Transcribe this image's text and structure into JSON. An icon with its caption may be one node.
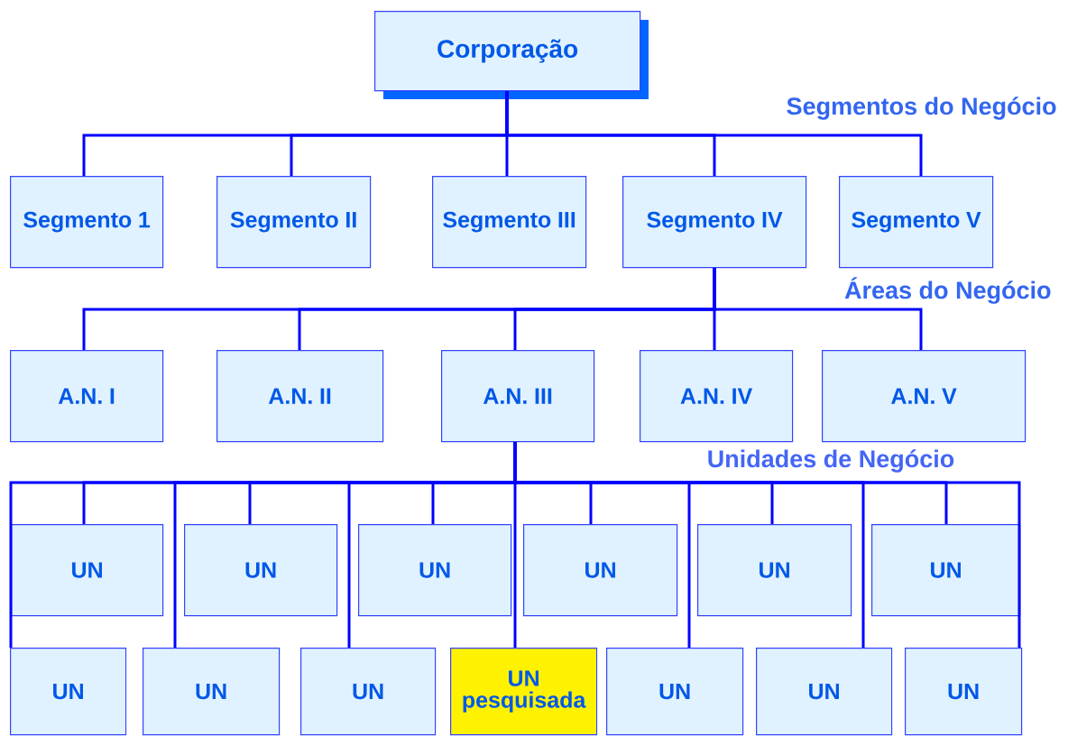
{
  "diagram": {
    "nodes": [
      {
        "text": [
          "Corporação"
        ]
      },
      {
        "text": [
          "Segmento 1"
        ]
      },
      {
        "text": [
          "Segmento II"
        ]
      },
      {
        "text": [
          "Segmento III"
        ]
      },
      {
        "text": [
          "Segmento IV"
        ]
      },
      {
        "text": [
          "Segmento V"
        ]
      },
      {
        "text": [
          "A.N. I"
        ]
      },
      {
        "text": [
          "A.N. II"
        ]
      },
      {
        "text": [
          "A.N. III"
        ]
      },
      {
        "text": [
          "A.N. IV"
        ]
      },
      {
        "text": [
          "A.N. V"
        ]
      },
      {
        "text": [
          "UN"
        ]
      },
      {
        "text": [
          "UN"
        ]
      },
      {
        "text": [
          "UN"
        ]
      },
      {
        "text": [
          "UN"
        ]
      },
      {
        "text": [
          "UN"
        ]
      },
      {
        "text": [
          "UN"
        ]
      },
      {
        "text": [
          "UN"
        ]
      },
      {
        "text": [
          "UN"
        ]
      },
      {
        "text": [
          "UN"
        ]
      },
      {
        "text": [
          "UN pesquisada"
        ]
      },
      {
        "text": [
          "UN"
        ]
      },
      {
        "text": [
          "UN"
        ]
      },
      {
        "text": [
          "UN"
        ]
      }
    ],
    "edges": [
      {
        "from": 0,
        "to": 1,
        "arrow": "none"
      },
      {
        "from": 0,
        "to": 2,
        "arrow": "none"
      },
      {
        "from": 0,
        "to": 3,
        "arrow": "none"
      },
      {
        "from": 0,
        "to": 4,
        "arrow": "none"
      },
      {
        "from": 0,
        "to": 5,
        "arrow": "none"
      },
      {
        "from": 4,
        "to": 6,
        "arrow": "none"
      },
      {
        "from": 4,
        "to": 7,
        "arrow": "none"
      },
      {
        "from": 4,
        "to": 8,
        "arrow": "none"
      },
      {
        "from": 4,
        "to": 9,
        "arrow": "none"
      },
      {
        "from": 4,
        "to": 10,
        "arrow": "none"
      },
      {
        "from": 8,
        "to": 11,
        "arrow": "none"
      },
      {
        "from": 8,
        "to": 12,
        "arrow": "none"
      },
      {
        "from": 8,
        "to": 13,
        "arrow": "none"
      },
      {
        "from": 8,
        "to": 14,
        "arrow": "none"
      },
      {
        "from": 8,
        "to": 15,
        "arrow": "none"
      },
      {
        "from": 8,
        "to": 16,
        "arrow": "none"
      },
      {
        "from": 8,
        "to": 17,
        "arrow": "none"
      },
      {
        "from": 8,
        "to": 18,
        "arrow": "none"
      },
      {
        "from": 8,
        "to": 19,
        "arrow": "none"
      },
      {
        "from": 8,
        "to": 20,
        "arrow": "none"
      },
      {
        "from": 8,
        "to": 21,
        "arrow": "none"
      },
      {
        "from": 8,
        "to": 22,
        "arrow": "none"
      },
      {
        "from": 8,
        "to": 23,
        "arrow": "none"
      }
    ],
    "labels": [
      "Segmentos do Negócio",
      "Áreas do Negócio",
      "Unidades de Negócio"
    ]
  }
}
